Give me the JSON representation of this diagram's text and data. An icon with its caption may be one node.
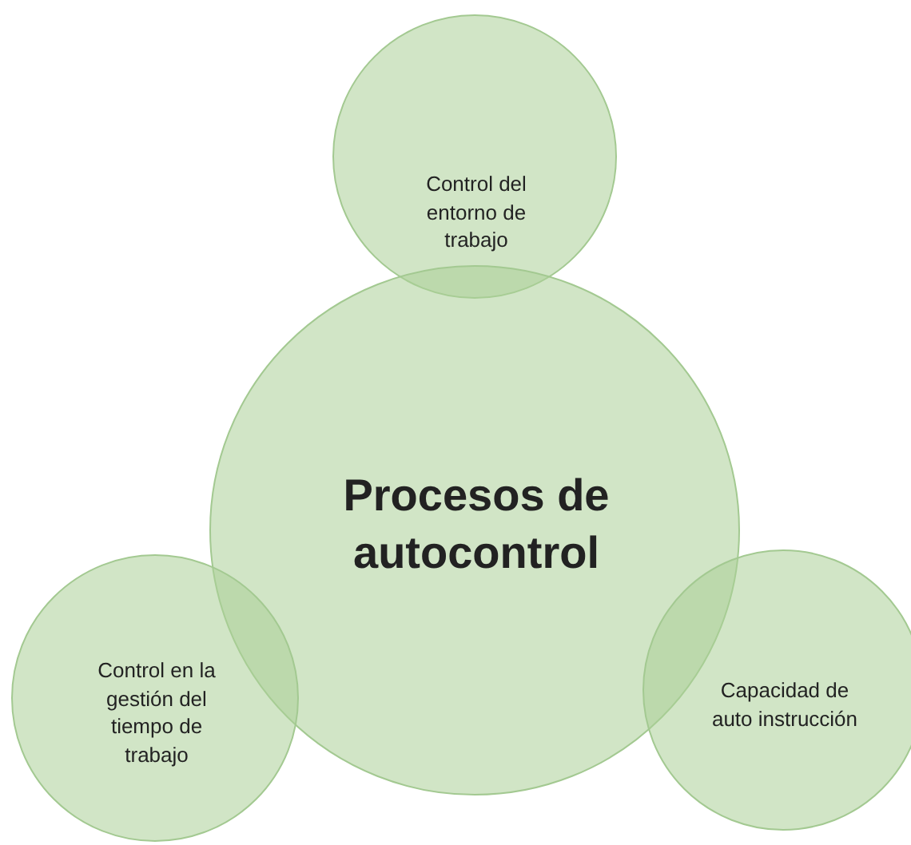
{
  "diagram": {
    "nodes": [
      {
        "text": [
          "Control del entorno de trabajo"
        ]
      },
      {
        "text": [
          "Procesos de autocontrol"
        ]
      },
      {
        "text": [
          "Control en la gestión del tiempo de trabajo"
        ]
      },
      {
        "text": [
          "Capacidad de auto instrucción"
        ]
      }
    ]
  }
}
